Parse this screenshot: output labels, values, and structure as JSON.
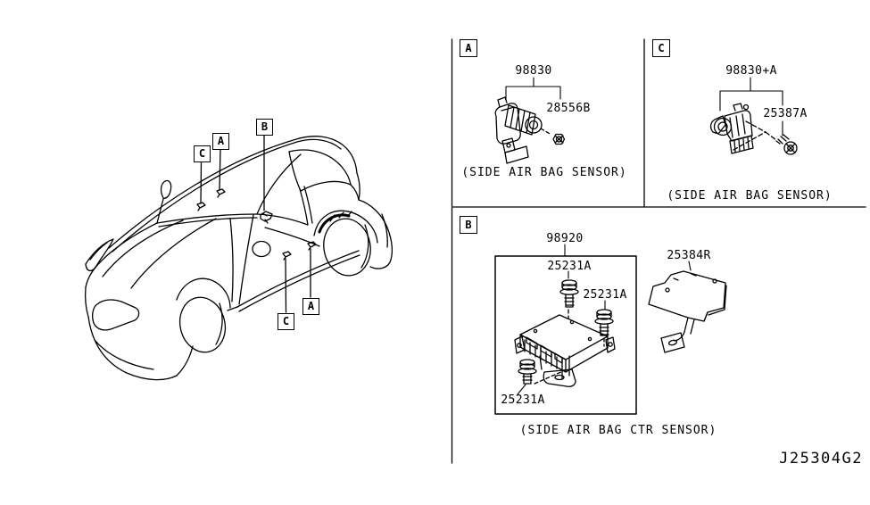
{
  "diagram_code": "J25304G2",
  "colors": {
    "line": "#000000",
    "background": "#ffffff"
  },
  "car": {
    "description": "coupe body line drawing with sensor location callouts",
    "callouts": [
      {
        "letter": "C",
        "position": "roof-left"
      },
      {
        "letter": "A",
        "position": "roof-center"
      },
      {
        "letter": "B",
        "position": "roof-right"
      },
      {
        "letter": "C",
        "position": "door-lower"
      },
      {
        "letter": "A",
        "position": "quarter-lower"
      }
    ]
  },
  "sections": {
    "a": {
      "letter": "A",
      "part_number": "98830",
      "hardware": "28556B",
      "caption": "(SIDE AIR BAG SENSOR)"
    },
    "c": {
      "letter": "C",
      "part_number": "98830+A",
      "hardware": "25387A",
      "caption": "(SIDE AIR BAG SENSOR)"
    },
    "b": {
      "letter": "B",
      "part_number": "98920",
      "bolt_labels": [
        "25231A",
        "25231A",
        "25231A"
      ],
      "bracket_part": "25384R",
      "caption": "(SIDE AIR BAG CTR SENSOR)"
    }
  }
}
